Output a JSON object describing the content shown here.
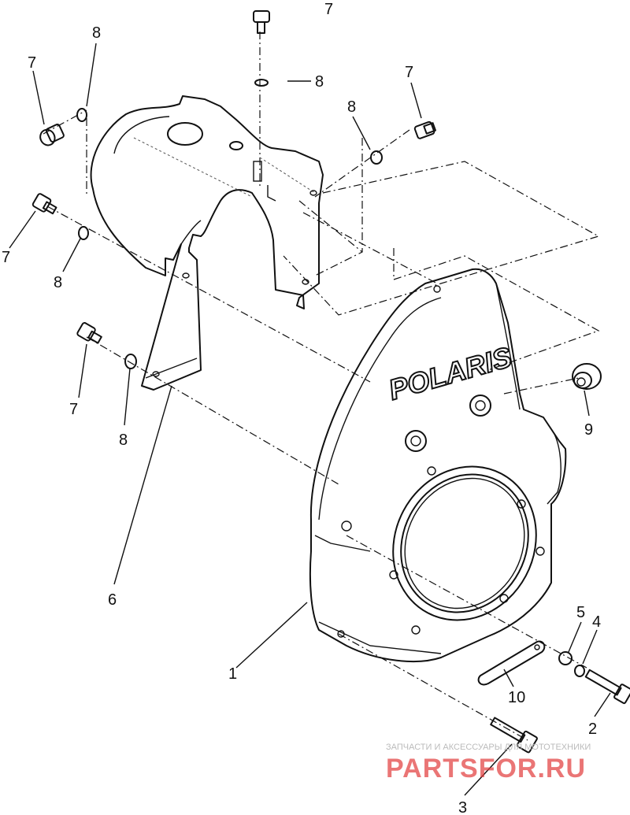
{
  "diagram": {
    "brand_text": "POLARIS",
    "callouts": {
      "c1": "1",
      "c2": "2",
      "c3": "3",
      "c4": "4",
      "c5": "5",
      "c6": "6",
      "c7": "7",
      "c8": "8",
      "c9": "9",
      "c10": "10"
    }
  },
  "watermark": {
    "caption": "ЗАПЧАСТИ И АКСЕССУАРЫ ДЛЯ МОТОТЕХНИКИ",
    "logo_text": "PARTSFOR.RU",
    "colors": {
      "caption": "#bbbbbb",
      "logo": "#e23b3b"
    }
  }
}
